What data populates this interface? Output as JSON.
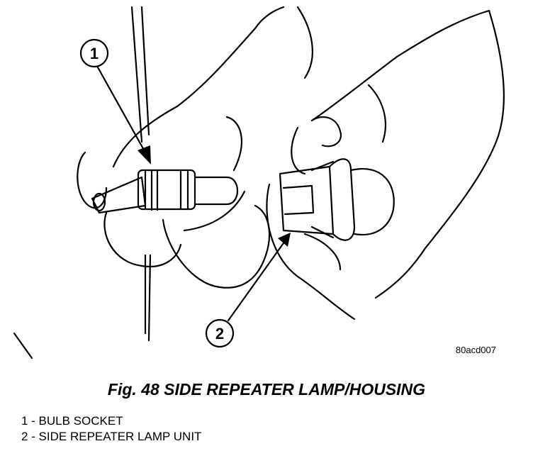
{
  "figure": {
    "image_code": "80acd007",
    "caption": "Fig. 48 SIDE REPEATER LAMP/HOUSING",
    "callouts": [
      {
        "number": "1"
      },
      {
        "number": "2"
      }
    ],
    "legend": [
      "1 - BULB SOCKET",
      "2 - SIDE REPEATER LAMP UNIT"
    ]
  }
}
